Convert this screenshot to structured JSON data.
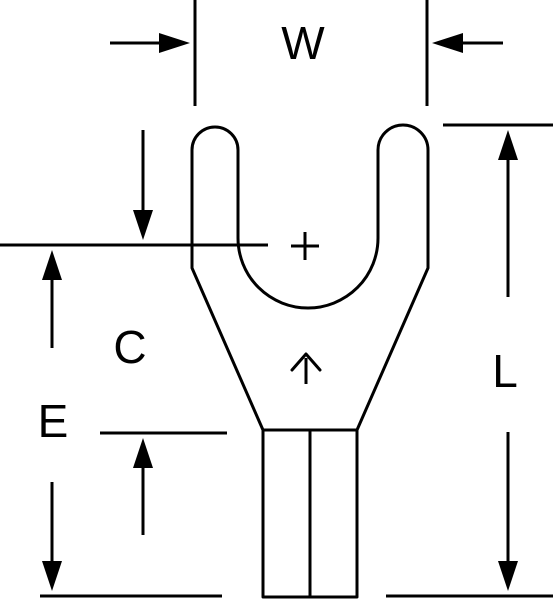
{
  "diagram": {
    "dimension_labels": {
      "width": "W",
      "length": "L",
      "center": "C",
      "edge": "E"
    },
    "colors": {
      "line": "#000000",
      "background": "#ffffff"
    }
  }
}
